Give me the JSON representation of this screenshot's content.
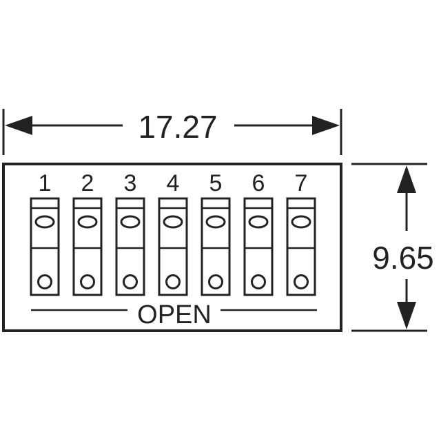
{
  "dimensions": {
    "width": "17.27",
    "height": "9.65"
  },
  "switch_numbers": [
    "1",
    "2",
    "3",
    "4",
    "5",
    "6",
    "7"
  ],
  "open_label": "OPEN",
  "colors": {
    "line": "#222222",
    "background": "#ffffff"
  }
}
